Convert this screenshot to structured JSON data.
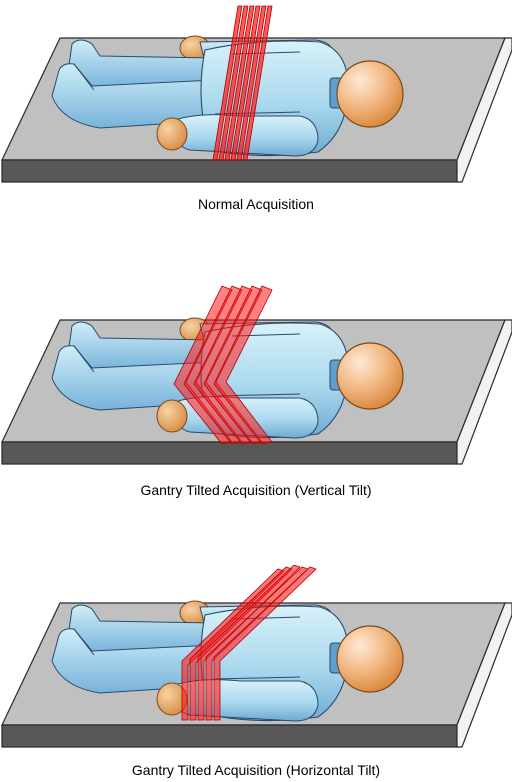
{
  "panels": [
    {
      "id": "normal",
      "caption": "Normal Acquisition",
      "tilt": "none"
    },
    {
      "id": "vertical",
      "caption": "Gantry Tilted Acquisition (Vertical Tilt)",
      "tilt": "vertical"
    },
    {
      "id": "horizontal",
      "caption": "Gantry Tilted Acquisition (Horizontal Tilt)",
      "tilt": "horizontal"
    }
  ],
  "colors": {
    "table_top": "#c0c0c0",
    "table_front": "#585858",
    "table_edge": "#f0f0f0",
    "body_fill": "#bfe6f2",
    "body_shade": "#7fb6d9",
    "skin": "#e69a4e",
    "slice": "#ff1a1a"
  }
}
